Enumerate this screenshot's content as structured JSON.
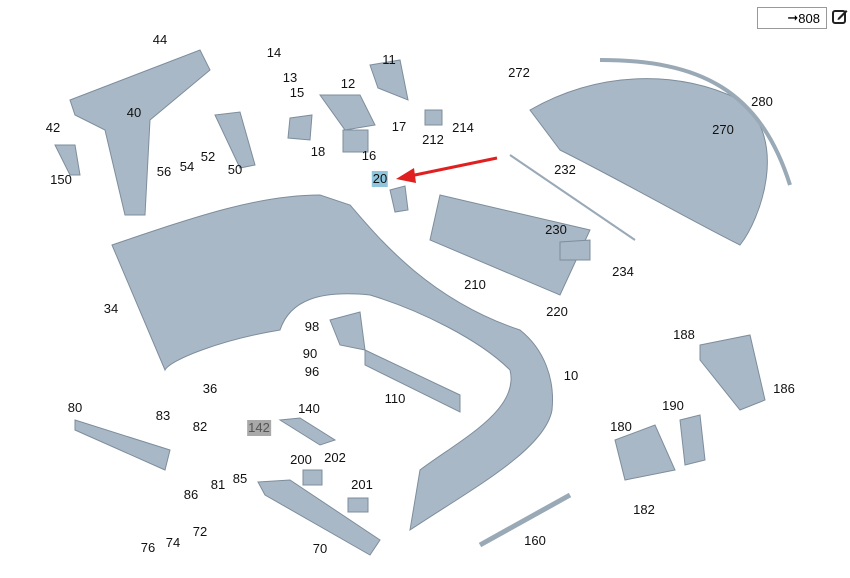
{
  "reference": {
    "arrow": "➞",
    "number": "808"
  },
  "icons": {
    "edit": "edit-icon"
  },
  "colors": {
    "part": "#a9b8c6",
    "arrow": "#e02020",
    "highlight": "#8fc6de",
    "gray_label": "#a9a9a9"
  },
  "highlighted_part": "20",
  "labels": [
    {
      "id": "44"
    },
    {
      "id": "14"
    },
    {
      "id": "11"
    },
    {
      "id": "272"
    },
    {
      "id": "13"
    },
    {
      "id": "12"
    },
    {
      "id": "15"
    },
    {
      "id": "280"
    },
    {
      "id": "40"
    },
    {
      "id": "42"
    },
    {
      "id": "17"
    },
    {
      "id": "212"
    },
    {
      "id": "214"
    },
    {
      "id": "270"
    },
    {
      "id": "52"
    },
    {
      "id": "18"
    },
    {
      "id": "16"
    },
    {
      "id": "56"
    },
    {
      "id": "54"
    },
    {
      "id": "50"
    },
    {
      "id": "232"
    },
    {
      "id": "150"
    },
    {
      "id": "20"
    },
    {
      "id": "230"
    },
    {
      "id": "234"
    },
    {
      "id": "210"
    },
    {
      "id": "220"
    },
    {
      "id": "34"
    },
    {
      "id": "98"
    },
    {
      "id": "188"
    },
    {
      "id": "90"
    },
    {
      "id": "96"
    },
    {
      "id": "10"
    },
    {
      "id": "36"
    },
    {
      "id": "186"
    },
    {
      "id": "110"
    },
    {
      "id": "80"
    },
    {
      "id": "190"
    },
    {
      "id": "140"
    },
    {
      "id": "83"
    },
    {
      "id": "82"
    },
    {
      "id": "142"
    },
    {
      "id": "180"
    },
    {
      "id": "200"
    },
    {
      "id": "202"
    },
    {
      "id": "85"
    },
    {
      "id": "81"
    },
    {
      "id": "86"
    },
    {
      "id": "201"
    },
    {
      "id": "182"
    },
    {
      "id": "72"
    },
    {
      "id": "160"
    },
    {
      "id": "76"
    },
    {
      "id": "74"
    },
    {
      "id": "70"
    }
  ]
}
